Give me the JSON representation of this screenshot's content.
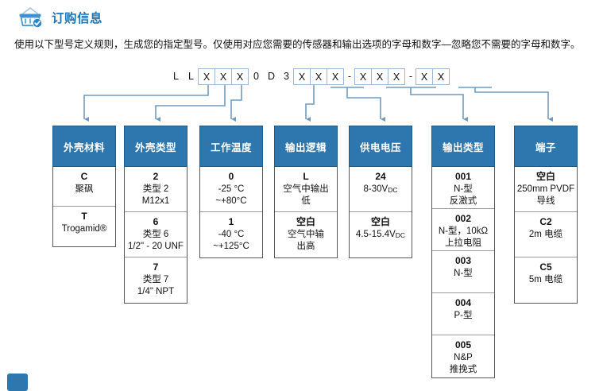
{
  "header": {
    "icon": "shopping-basket-check-icon",
    "title": "订购信息",
    "accent_color": "#2176b5"
  },
  "intro": {
    "text": "使用以下型号定义规则，生成您的指定型号。仅使用对应您需要的传感器和输出选项的字母和数字—忽略您不需要的字母和数字。"
  },
  "model_number": {
    "prefix_chars": [
      "L",
      "L"
    ],
    "group1": [
      "X",
      "X",
      "X"
    ],
    "mid_chars": [
      "0",
      "D",
      "3"
    ],
    "group2": [
      "X",
      "X",
      "X"
    ],
    "dash1": "-",
    "group3": [
      "X",
      "X",
      "X"
    ],
    "dash2": "-",
    "group4": [
      "X",
      "X"
    ]
  },
  "theme": {
    "header_blue": "#2e77ae",
    "header_border": "#1e5a88",
    "box_border": "#9db8d2",
    "connector": "#6e9bc0",
    "cell_divider": "#9a9a9a"
  },
  "columns": [
    {
      "id": "housing-material",
      "title": "外壳材料",
      "options": [
        {
          "code": "C",
          "desc": [
            "聚砜"
          ]
        },
        {
          "code": "T",
          "desc": [
            "Trogamid®"
          ]
        }
      ]
    },
    {
      "id": "housing-type",
      "title": "外壳类型",
      "options": [
        {
          "code": "2",
          "desc": [
            "类型 2",
            "M12x1"
          ]
        },
        {
          "code": "6",
          "desc": [
            "类型 6",
            "1/2\" - 20 UNF"
          ]
        },
        {
          "code": "7",
          "desc": [
            "类型 7",
            "1/4\" NPT"
          ]
        }
      ]
    },
    {
      "id": "operating-temperature",
      "title": "工作温度",
      "options": [
        {
          "code": "0",
          "desc": [
            "-25 °C",
            "~+80°C"
          ]
        },
        {
          "code": "1",
          "desc": [
            "-40 °C",
            "~+125°C"
          ]
        }
      ]
    },
    {
      "id": "output-logic",
      "title": "输出逻辑",
      "options": [
        {
          "code": "L",
          "desc": [
            "空气中输出",
            "低"
          ]
        },
        {
          "code": "空白",
          "desc": [
            "空气中输",
            "出高"
          ]
        }
      ]
    },
    {
      "id": "supply-voltage",
      "title": "供电电压",
      "options": [
        {
          "code": "24",
          "desc": [
            "8-30VDC"
          ]
        },
        {
          "code": "空白",
          "desc": [
            "4.5-15.4VDC"
          ]
        }
      ]
    },
    {
      "id": "output-type",
      "title": "输出类型",
      "options": [
        {
          "code": "001",
          "desc": [
            "N-型",
            "反激式"
          ]
        },
        {
          "code": "002",
          "desc": [
            "N-型，10kΩ",
            "上拉电阻"
          ]
        },
        {
          "code": "003",
          "desc": [
            "N-型"
          ]
        },
        {
          "code": "004",
          "desc": [
            "P-型"
          ]
        },
        {
          "code": "005",
          "desc": [
            "N&P",
            "推挽式"
          ]
        }
      ]
    },
    {
      "id": "termination",
      "title": "端子",
      "options": [
        {
          "code": "空白",
          "desc": [
            "250mm PVDF",
            "导线"
          ]
        },
        {
          "code": "C2",
          "desc": [
            "2m 电缆"
          ]
        },
        {
          "code": "C5",
          "desc": [
            "5m 电缆"
          ]
        }
      ]
    }
  ]
}
